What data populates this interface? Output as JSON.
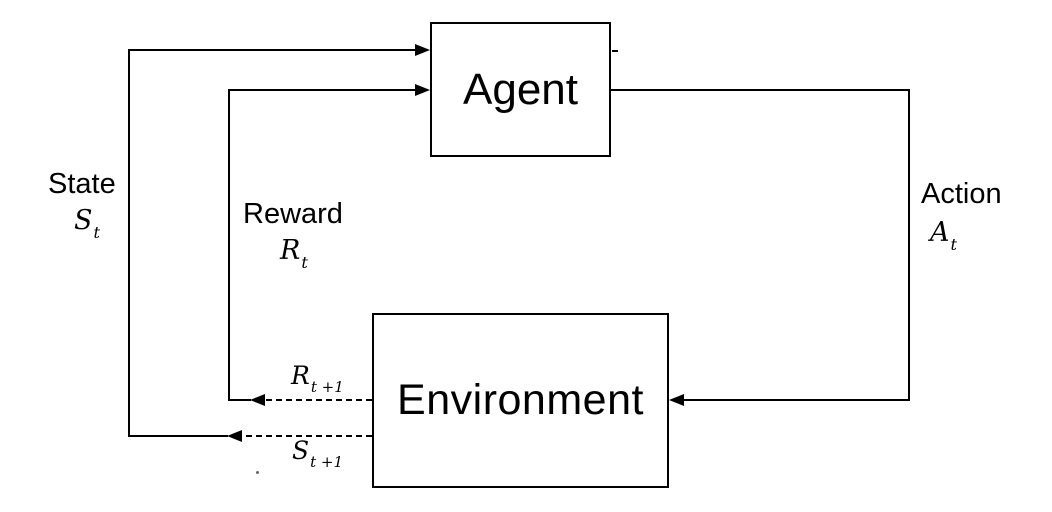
{
  "nodes": {
    "agent": {
      "label": "Agent"
    },
    "environment": {
      "label": "Environment"
    }
  },
  "labels": {
    "state": {
      "word": "State",
      "symbol": {
        "base": "S",
        "sub": "t"
      }
    },
    "reward": {
      "word": "Reward",
      "symbol": {
        "base": "R",
        "sub": "t"
      }
    },
    "action": {
      "word": "Action",
      "symbol": {
        "base": "A",
        "sub": "t"
      }
    },
    "reward_next": {
      "base": "R",
      "sub": "t +1"
    },
    "state_next": {
      "base": "S",
      "sub": "t +1"
    }
  },
  "colors": {
    "line": "#000000",
    "text": "#000000",
    "background": "#ffffff"
  }
}
